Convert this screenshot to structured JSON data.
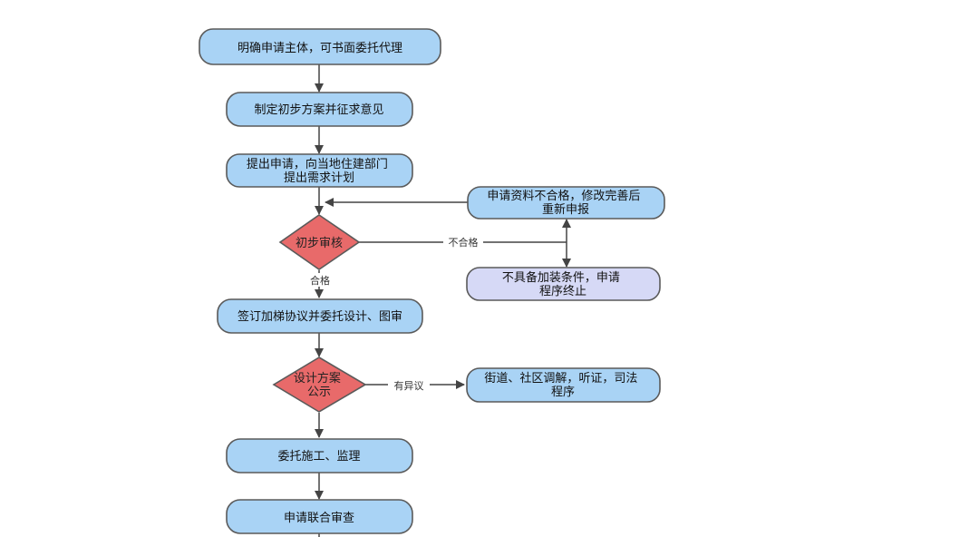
{
  "colors": {
    "process_fill": "#a9d3f5",
    "terminal_fill": "#d6d9f6",
    "decision_fill": "#e86a6a",
    "line": "#444444",
    "border": "#5a5a5a",
    "background": "#ffffff"
  },
  "nodes": {
    "apply_subject": {
      "lines": [
        "明确申请主体，可书面委托代理"
      ]
    },
    "draft_plan": {
      "lines": [
        "制定初步方案并征求意见"
      ]
    },
    "submit_application": {
      "lines": [
        "提出申请，向当地住建部门",
        "提出需求计划"
      ]
    },
    "resubmit": {
      "lines": [
        "申请资料不合格，修改完善后",
        "重新申报"
      ]
    },
    "initial_review": {
      "lines": [
        "初步审核"
      ]
    },
    "terminate": {
      "lines": [
        "不具备加装条件，申请",
        "程序终止"
      ]
    },
    "sign_agreement": {
      "lines": [
        "签订加梯协议并委托设计、图审"
      ]
    },
    "design_publicity": {
      "lines": [
        "设计方案",
        "公示"
      ]
    },
    "mediation": {
      "lines": [
        "街道、社区调解，听证，司法",
        "程序"
      ]
    },
    "construction": {
      "lines": [
        "委托施工、监理"
      ]
    },
    "joint_review": {
      "lines": [
        "申请联合审查"
      ]
    }
  },
  "edge_labels": {
    "unqualified": "不合格",
    "qualified": "合格",
    "objection": "有异议"
  }
}
